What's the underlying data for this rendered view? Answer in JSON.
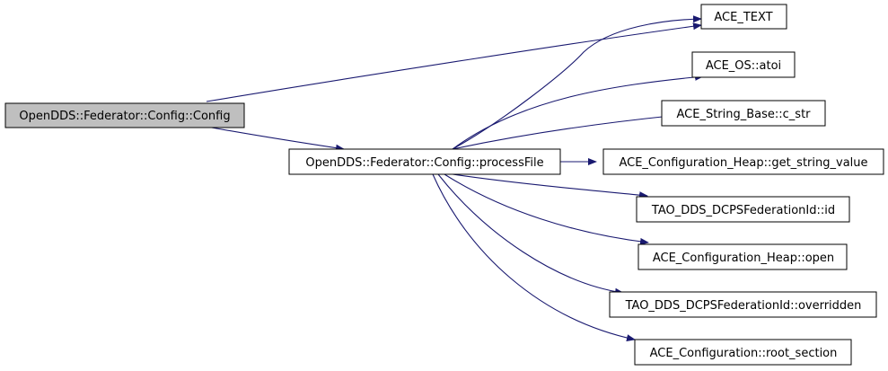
{
  "graph": {
    "root": "OpenDDS::Federator::Config::Config",
    "intermediate": "OpenDDS::Federator::Config::processFile",
    "callees": [
      "ACE_TEXT",
      "ACE_OS::atoi",
      "ACE_String_Base::c_str",
      "ACE_Configuration_Heap::get_string_value",
      "TAO_DDS_DCPSFederationId::id",
      "ACE_Configuration_Heap::open",
      "TAO_DDS_DCPSFederationId::overridden",
      "ACE_Configuration::root_section"
    ]
  },
  "colors": {
    "edge": "#191970",
    "root_fill": "#bfbfbf",
    "node_fill": "#ffffff",
    "border": "#000000"
  }
}
